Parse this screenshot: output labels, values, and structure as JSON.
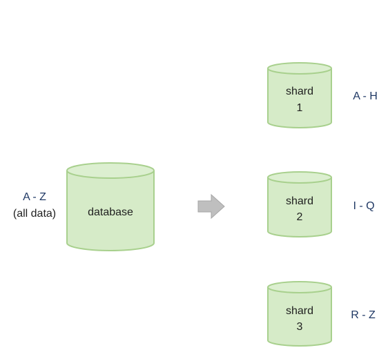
{
  "source": {
    "label": "database",
    "range": "A - Z",
    "note": "(all data)"
  },
  "shards": [
    {
      "name": "shard",
      "number": "1",
      "range": "A - H"
    },
    {
      "name": "shard",
      "number": "2",
      "range": "I - Q"
    },
    {
      "name": "shard",
      "number": "3",
      "range": "R - Z"
    }
  ],
  "colors": {
    "cylinder_fill": "#d6ebc8",
    "cylinder_stroke": "#a8d08d",
    "range_text": "#1f3864",
    "arrow": "#bfbfbf"
  }
}
